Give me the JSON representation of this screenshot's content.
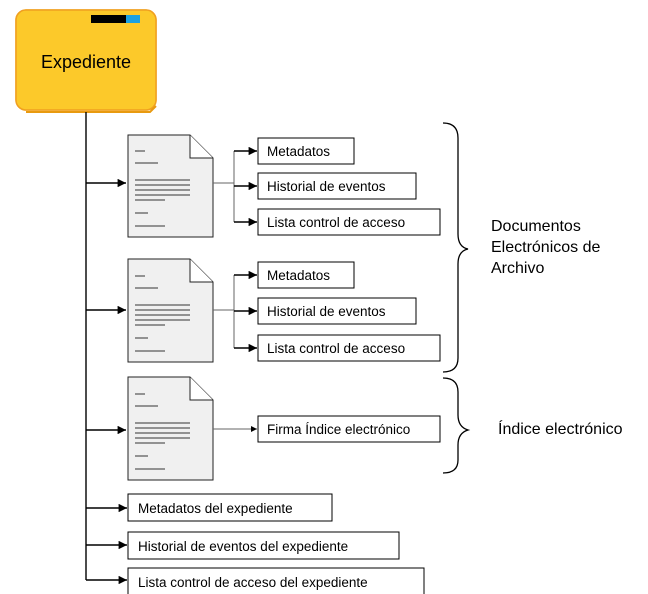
{
  "folder": {
    "title": "Expediente",
    "colors": {
      "fill": "#fcc92a",
      "border": "#f0a020",
      "tab_dark": "#000000",
      "tab_blue": "#1ba1e2"
    }
  },
  "documents": [
    {
      "items": [
        "Metadatos",
        "Historial de eventos",
        "Lista control de acceso"
      ]
    },
    {
      "items": [
        "Metadatos",
        "Historial de eventos",
        "Lista control de acceso"
      ]
    }
  ],
  "index_document": {
    "item": "Firma Índice electrónico"
  },
  "groups": {
    "documents_label": [
      "Documentos",
      "Electrónicos de",
      "Archivo"
    ],
    "index_label": "Índice electrónico"
  },
  "expediente_items": [
    "Metadatos del expediente",
    "Historial de eventos del expediente",
    "Lista control de acceso del expediente"
  ]
}
